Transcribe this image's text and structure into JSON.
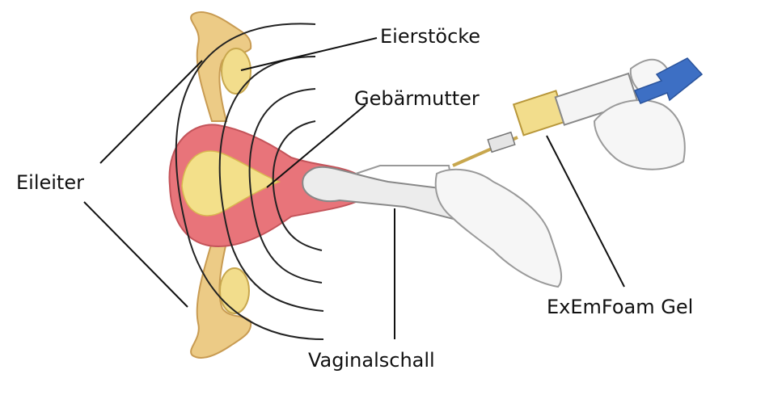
{
  "labels": {
    "eierstoecke": "Eierstöcke",
    "gebaermutter": "Gebärmutter",
    "eileiter": "Eileiter",
    "vaginalschall": "Vaginalschall",
    "gel": "ExEmFoam Gel"
  },
  "colors": {
    "uterus_red": "#e8747a",
    "uterus_yellow": "#f3e08a",
    "ovary_yellow": "#f2dd8c",
    "tube_tan": "#e6c07a",
    "probe_gray": "#e8e8e8",
    "arrow_blue": "#3d6fc4",
    "line": "#111111"
  }
}
